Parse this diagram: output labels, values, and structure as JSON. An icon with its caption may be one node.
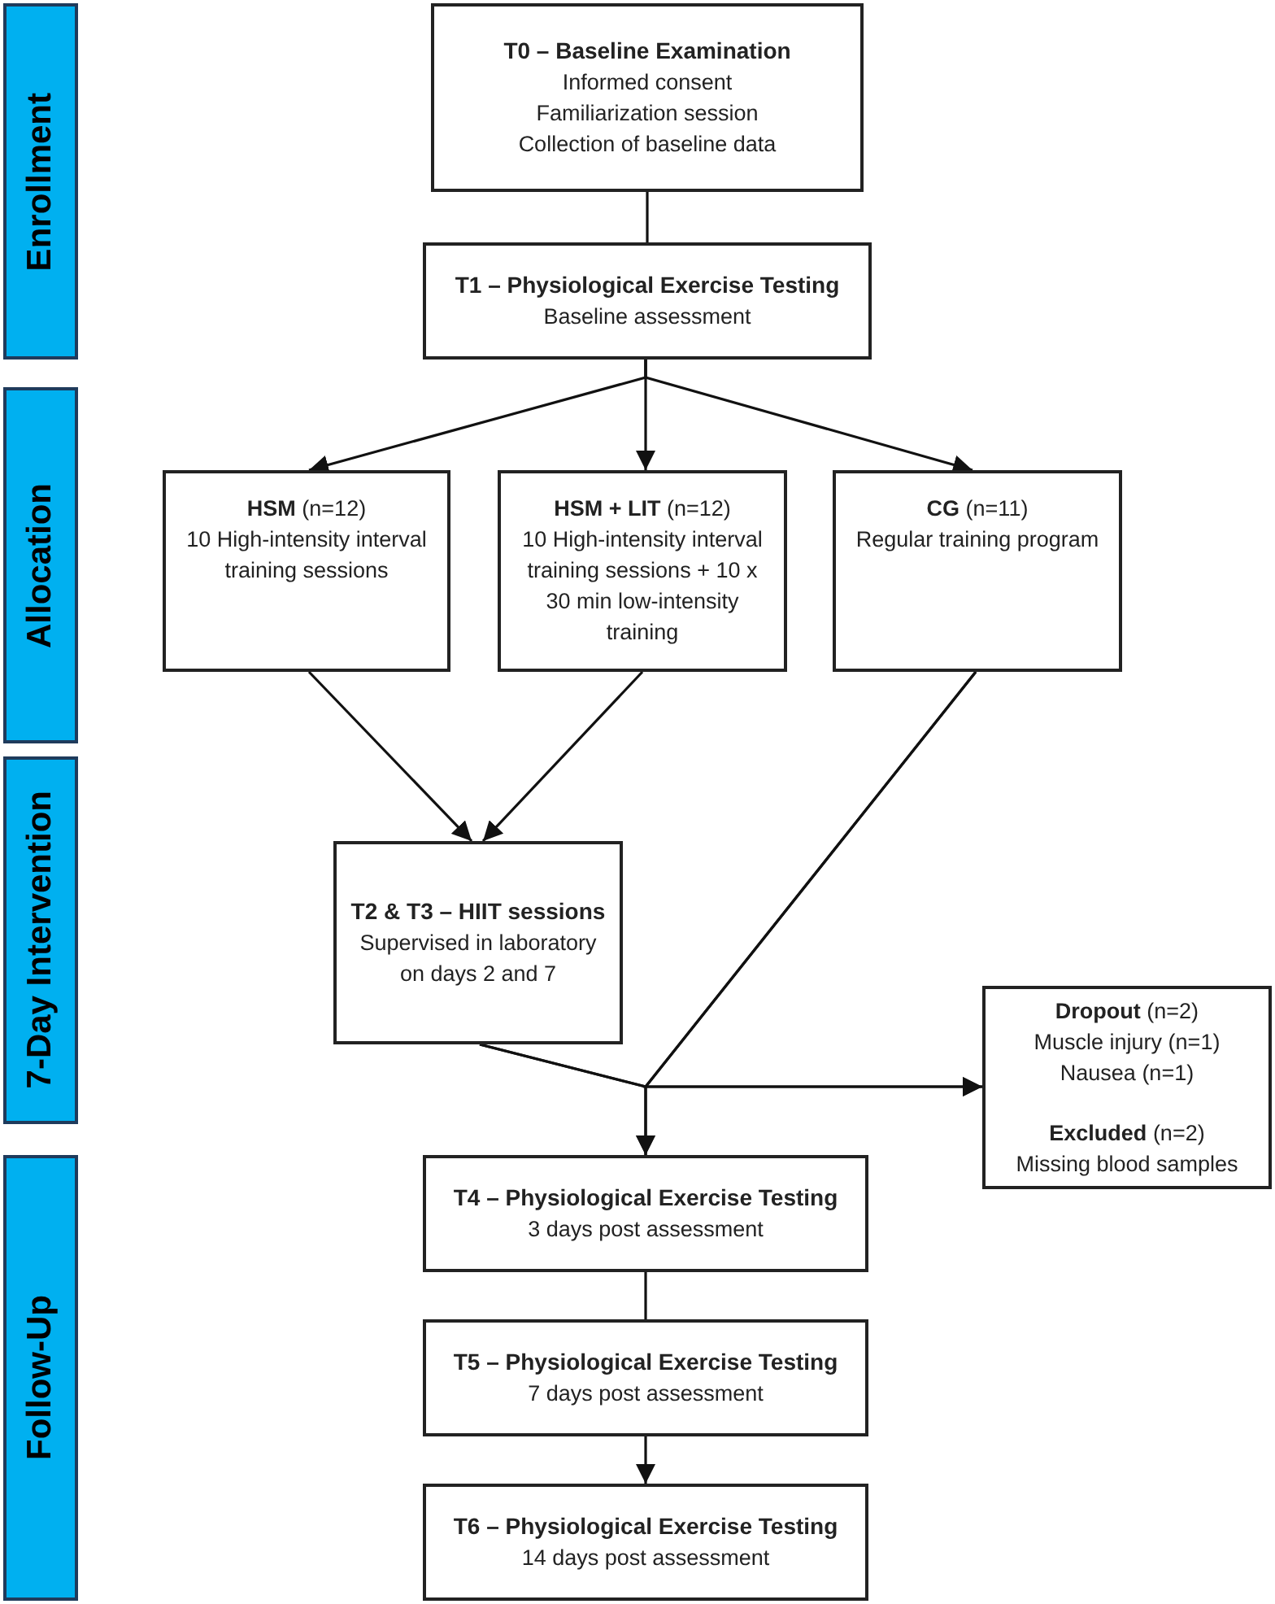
{
  "diagram": {
    "nodes": [
      {
        "text": [
          "T0 – Baseline Examination",
          "Informed consent",
          "Familiarization session",
          "Collection of baseline data"
        ]
      },
      {
        "text": [
          "T1 – Physiological Exercise Testing",
          "Baseline assessment"
        ]
      },
      {
        "text": [
          "**HSM** (n=12)",
          "10 High-intensity interval training sessions"
        ]
      },
      {
        "text": [
          "**HSM + LIT** (n=12)",
          "10 High-intensity interval training sessions + 10 x 30 min low-intensity training"
        ]
      },
      {
        "text": [
          "**CG** (n=11)",
          "Regular training program"
        ]
      },
      {
        "text": [
          "T2 & T3 – HIIT sessions",
          "Supervised in laboratory on days 2 and 7"
        ]
      },
      {
        "text": [
          "**Dropout** (n=2)",
          "Muscle injury (n=1)",
          "Nausea (n=1)",
          "**Excluded** (n=2)",
          "Missing blood samples"
        ]
      },
      {
        "text": [
          "T4 – Physiological Exercise Testing",
          "3 days post assessment"
        ]
      },
      {
        "text": [
          "T5 – Physiological Exercise Testing",
          "7 days post assessment"
        ]
      },
      {
        "text": [
          "T6 – Physiological Exercise Testing",
          "14 days post assessment"
        ]
      },
      {
        "text": [
          "Enrollment"
        ]
      },
      {
        "text": [
          "Allocation"
        ]
      },
      {
        "text": [
          "7-Day Intervention"
        ]
      },
      {
        "text": [
          "Follow-Up"
        ]
      }
    ],
    "edges": [
      {
        "from": 0,
        "to": 1,
        "arrow": "none"
      },
      {
        "from": 1,
        "to": 2,
        "arrow": "to"
      },
      {
        "from": 1,
        "to": 3,
        "arrow": "to"
      },
      {
        "from": 1,
        "to": 4,
        "arrow": "to"
      },
      {
        "from": 2,
        "to": 5,
        "arrow": "to"
      },
      {
        "from": 3,
        "to": 5,
        "arrow": "to"
      },
      {
        "from": 5,
        "to": 7,
        "arrow": "to"
      },
      {
        "from": 5,
        "to": 6,
        "arrow": "to"
      },
      {
        "from": 4,
        "to": 7,
        "arrow": "to"
      },
      {
        "from": 4,
        "to": 6,
        "arrow": "to"
      },
      {
        "from": 7,
        "to": 8,
        "arrow": "none"
      },
      {
        "from": 8,
        "to": 9,
        "arrow": "to"
      }
    ]
  }
}
